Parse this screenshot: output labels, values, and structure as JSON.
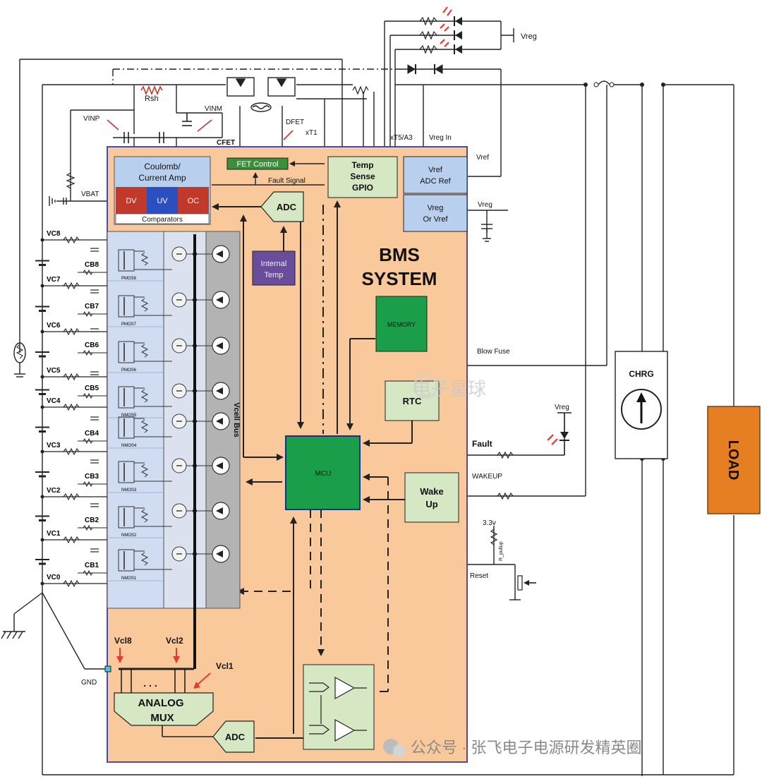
{
  "system": {
    "title_line1": "BMS",
    "title_line2": "SYSTEM"
  },
  "blocks": {
    "coulomb_line1": "Coulomb/",
    "coulomb_line2": "Current Amp",
    "dv": "DV",
    "uv": "UV",
    "oc": "OC",
    "comparators": "Comparators",
    "fet_control": "FET Control",
    "fault_signal": "Fault Signal",
    "adc_top": "ADC",
    "internal_temp_line1": "Internal",
    "internal_temp_line2": "Temp",
    "temp_sense_line1": "Temp",
    "temp_sense_line2": "Sense",
    "temp_sense_line3": "GPIO",
    "vref_adc_line1": "Vref",
    "vref_adc_line2": "ADC Ref",
    "vreg_or_line1": "Vreg",
    "vreg_or_line2": "Or Vref",
    "memory": "MEMORY",
    "rtc": "RTC",
    "mcu": "MCU",
    "wake_line1": "Wake",
    "wake_line2": "Up",
    "analog_mux_line1": "ANALOG",
    "analog_mux_line2": "MUX",
    "adc_bottom": "ADC",
    "vcell_bus": "Vcell Bus",
    "chrg": "CHRG",
    "load": "LOAD"
  },
  "labels": {
    "rsh": "Rsh",
    "vinp": "VINP",
    "vinm": "VINM",
    "vbat": "VBAT",
    "cfet": "CFET",
    "dfet": "DFET",
    "xt1": "xT1",
    "xt5a3": "xT5/A3",
    "vreg_in": "Vreg In",
    "vref": "Vref",
    "vreg": "Vreg",
    "blow_fuse": "Blow Fuse",
    "fault": "Fault",
    "wakeup": "WAKEUP",
    "v33": "3.3v",
    "r_pullup": "R_pullup",
    "reset": "Reset",
    "gnd": "GND",
    "vcl8": "Vcl8",
    "vcl2": "Vcl2",
    "vcl1": "Vcl1",
    "mux_dots": ". . .",
    "vc": [
      "VC8",
      "VC7",
      "VC6",
      "VC5",
      "VC4",
      "VC3",
      "VC2",
      "VC1",
      "VC0"
    ],
    "cb": [
      "CB8",
      "CB7",
      "CB6",
      "CB5",
      "CB4",
      "CB3",
      "CB2",
      "CB1"
    ],
    "mos": [
      "PMOS8",
      "PMOS7",
      "PMOS6",
      "NMOS5",
      "NMOS4",
      "NMOS3",
      "NMOS2",
      "NMOS1"
    ]
  },
  "watermark": {
    "logo_text": "电子星球",
    "footer_text": "公众号 · 张飞电子电源研发精英圈"
  },
  "colors": {
    "bms_fill": "#f9c89b",
    "bms_border": "#3a3aa8",
    "blue_block": "#b9cfee",
    "dv": "#c0392b",
    "uv": "#2b4fbf",
    "oc": "#c0392b",
    "green_block": "#1b9e4a",
    "purple_block": "#6a4c9c",
    "light_green": "#d6e7c4",
    "load": "#e67e22",
    "gray_bus": "#b3b3b3",
    "led_red": "#e53935"
  }
}
